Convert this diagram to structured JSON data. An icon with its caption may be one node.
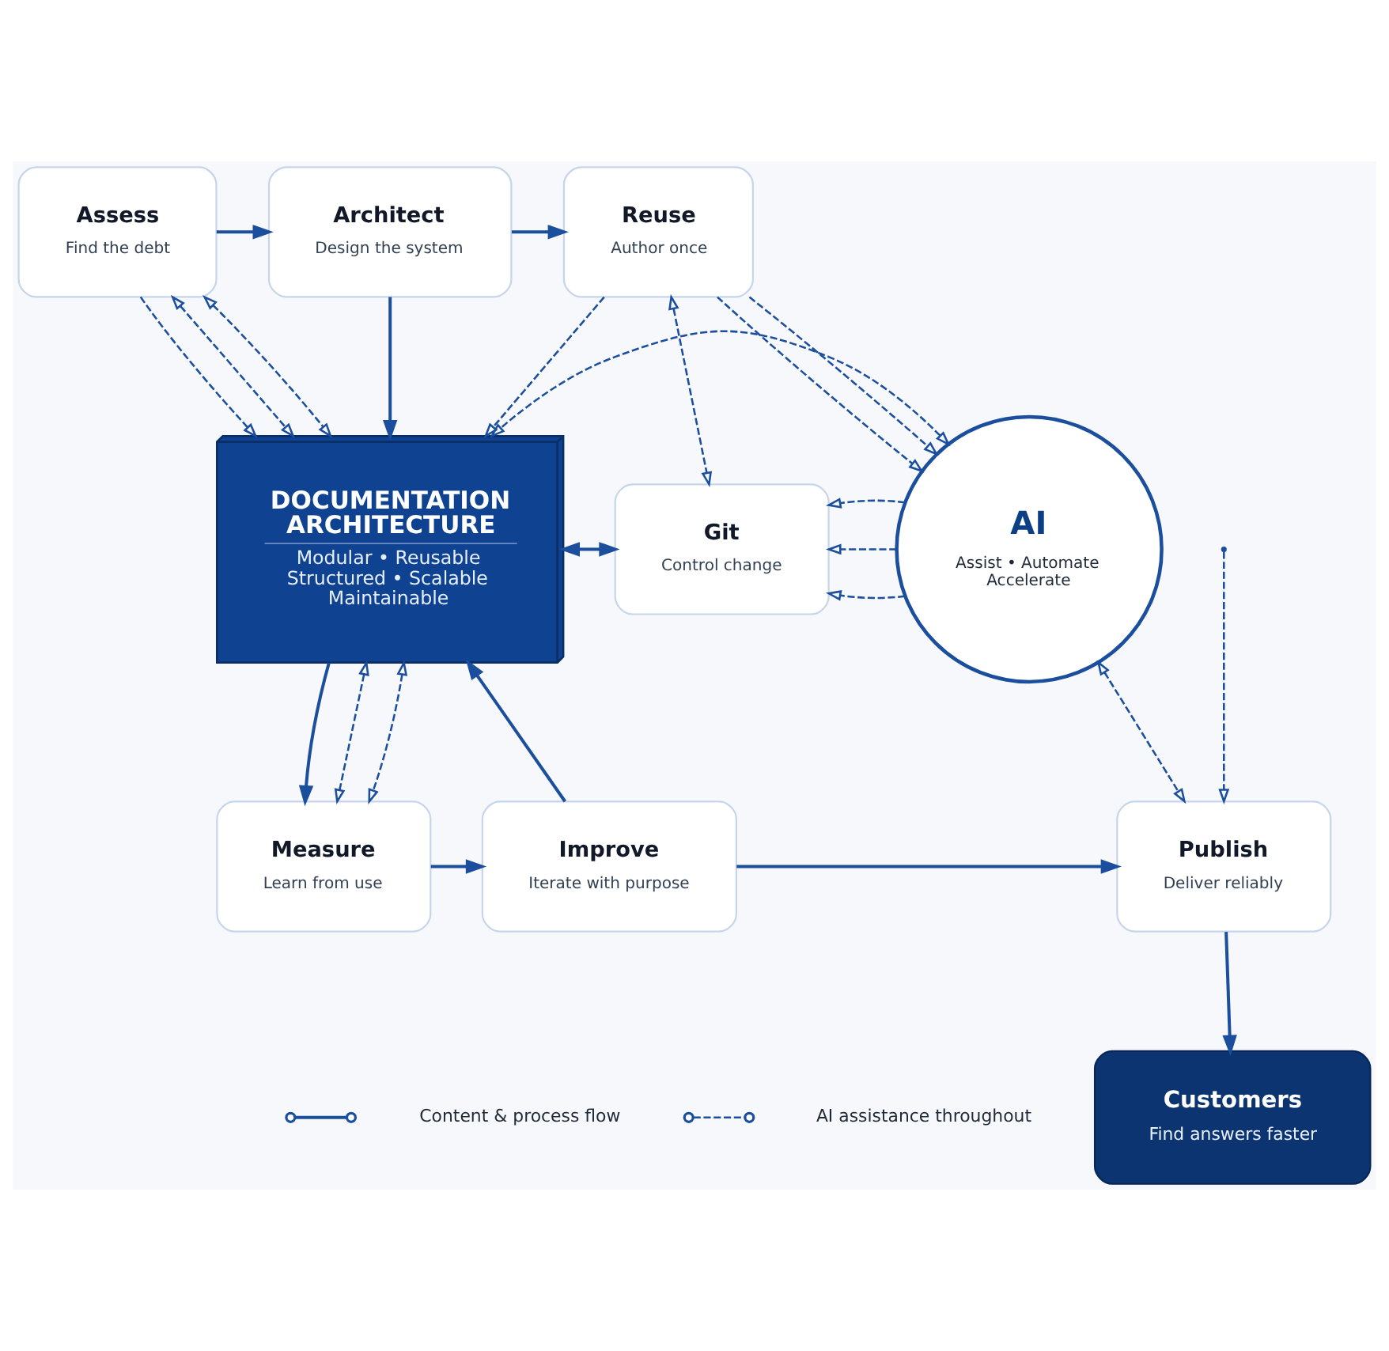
{
  "diagram": {
    "nodes": [
      {
        "text": [
          "Assess",
          "Find the debt"
        ]
      },
      {
        "text": [
          "Architect",
          "Design the system"
        ]
      },
      {
        "text": [
          "Reuse",
          "Author once"
        ]
      },
      {
        "text": [
          "DOCUMENTATION ARCHITECTURE",
          "Modular • Reusable Structured • Scalable Maintainable"
        ]
      },
      {
        "text": [
          "Git",
          "Control change"
        ]
      },
      {
        "text": [
          "AI",
          "Assist • Automate Accelerate"
        ]
      },
      {
        "text": [
          "Measure",
          "Learn from use"
        ]
      },
      {
        "text": [
          "Improve",
          "Iterate with purpose"
        ]
      },
      {
        "text": [
          "Publish",
          "Deliver reliably"
        ]
      },
      {
        "text": [
          "Customers",
          "Find answers faster"
        ]
      }
    ],
    "edges": [
      {
        "from": 0,
        "to": 1,
        "arrow": "to"
      },
      {
        "from": 1,
        "to": 2,
        "arrow": "to"
      },
      {
        "from": 1,
        "to": 3,
        "arrow": "to"
      },
      {
        "from": 0,
        "to": 3,
        "arrow": "to",
        "style": "dashed"
      },
      {
        "from": 0,
        "to": 3,
        "arrow": "both",
        "style": "dashed"
      },
      {
        "from": 0,
        "to": 3,
        "arrow": "both",
        "style": "dashed"
      },
      {
        "from": 2,
        "to": 3,
        "arrow": "to",
        "style": "dashed"
      },
      {
        "from": 2,
        "to": 4,
        "arrow": "both",
        "style": "dashed"
      },
      {
        "from": 2,
        "to": 5,
        "arrow": "to",
        "style": "dashed"
      },
      {
        "from": 2,
        "to": 5,
        "arrow": "to",
        "style": "dashed"
      },
      {
        "from": 5,
        "to": 4,
        "arrow": "to",
        "style": "dashed"
      },
      {
        "from": 3,
        "to": 4,
        "arrow": "both"
      },
      {
        "from": 5,
        "to": 4,
        "arrow": "to",
        "style": "dashed"
      },
      {
        "from": 5,
        "to": 3,
        "arrow": "both",
        "style": "dashed"
      },
      {
        "from": 5,
        "to": 4,
        "arrow": "to",
        "style": "dashed"
      },
      {
        "from": 3,
        "to": 6,
        "arrow": "to"
      },
      {
        "from": 3,
        "to": 6,
        "arrow": "both",
        "style": "dashed"
      },
      {
        "from": 3,
        "to": 6,
        "arrow": "both",
        "style": "dashed"
      },
      {
        "from": 6,
        "to": 7,
        "arrow": "to"
      },
      {
        "from": 7,
        "to": 3,
        "arrow": "to"
      },
      {
        "from": 7,
        "to": 8,
        "arrow": "to"
      },
      {
        "from": 5,
        "to": 8,
        "arrow": "both",
        "style": "dashed"
      },
      {
        "from": null,
        "to": 8,
        "arrow": "to",
        "style": "dashed"
      },
      {
        "from": 8,
        "to": 9,
        "arrow": "to"
      }
    ],
    "legend": [
      {
        "text": "Content & process flow"
      },
      {
        "text": "AI assistance throughout"
      }
    ]
  }
}
